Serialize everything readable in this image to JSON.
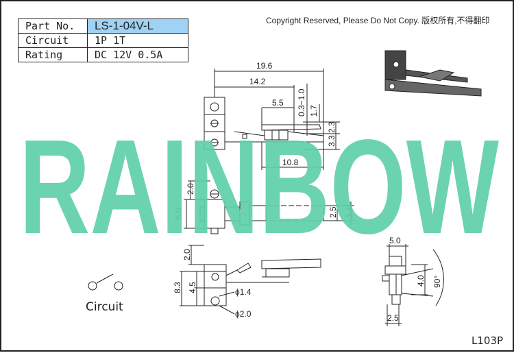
{
  "spec_table": {
    "rows": [
      {
        "key": "Part No.",
        "value": "LS-1-04V-L"
      },
      {
        "key": "Circuit",
        "value": "1P 1T"
      },
      {
        "key": "Rating",
        "value": "DC 12V 0.5A"
      }
    ]
  },
  "copyright": "Copyright Reserved, Please Do Not Copy. 版权所有,不得翻印",
  "watermark": "RAINBOW",
  "circuit_label": "Circuit",
  "reference_code": "L103P",
  "dimensions": {
    "d19_6": "19.6",
    "d14_2": "14.2",
    "d5_5": "5.5",
    "d03_10": "0.3~1.0",
    "d1_7": "1.7",
    "d2_3": "2.3",
    "d3_3": "3.3",
    "d10_8": "10.8",
    "d2_0_a": "2.0",
    "d5_0_a": "5.0",
    "d2_5_a": "2.5",
    "d3_4": "3.4",
    "d2_0_b": "2.0",
    "d8_3": "8.3",
    "d4_5": "4.5",
    "d_phi1_4": "ϕ1.4",
    "d_phi2_0": "ϕ2.0",
    "d5_0_b": "5.0",
    "d4_0": "4.0",
    "d90": "90°",
    "d2_5_b": "2.5"
  },
  "colors": {
    "watermark": "#5fcfa9",
    "part_no_bg": "#9fd3f6",
    "line": "#222222"
  }
}
